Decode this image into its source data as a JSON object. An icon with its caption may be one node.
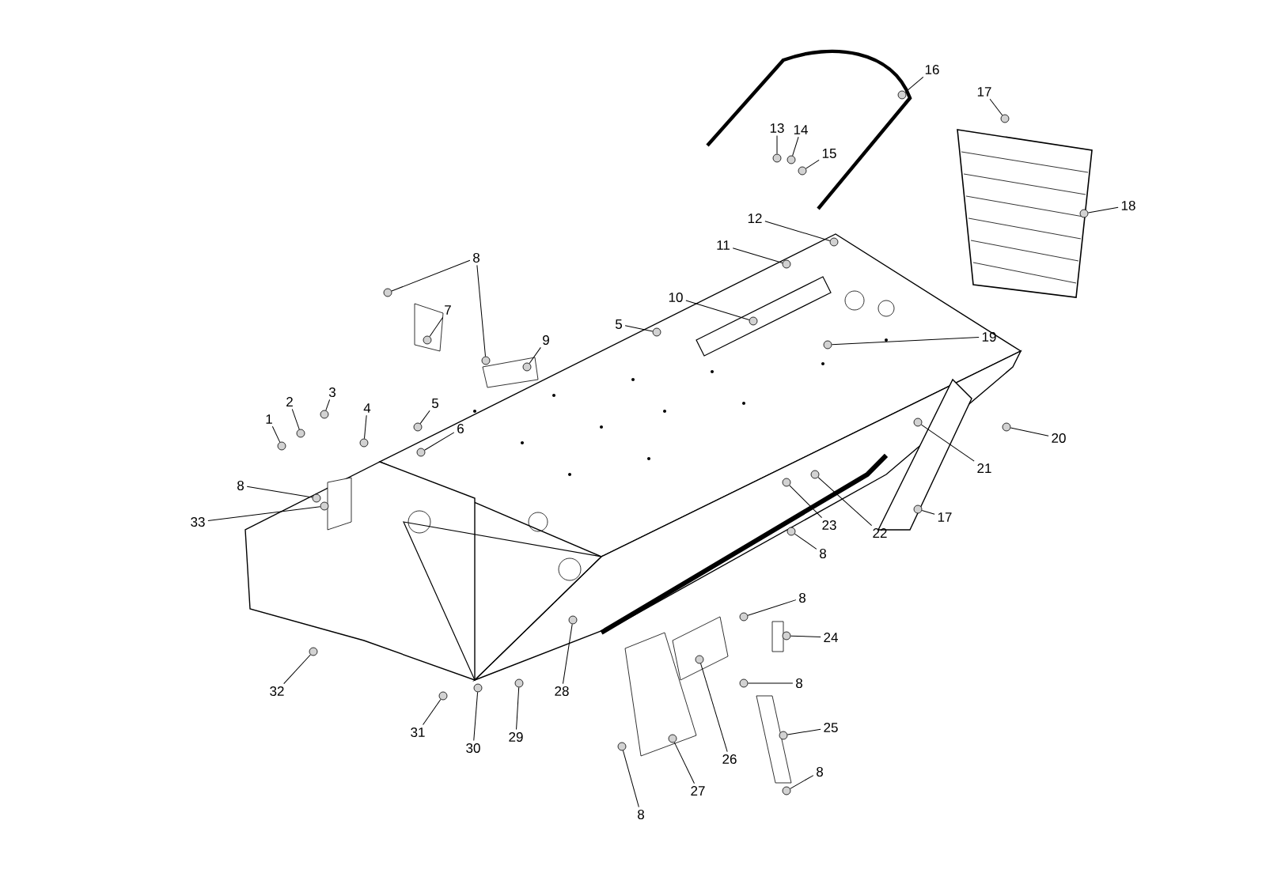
{
  "diagram": {
    "nodes": [
      {
        "text": [
          "1"
        ]
      },
      {
        "text": [
          "2"
        ]
      },
      {
        "text": [
          "3"
        ]
      },
      {
        "text": [
          "4"
        ]
      },
      {
        "text": [
          "5"
        ]
      },
      {
        "text": [
          "6"
        ]
      },
      {
        "text": [
          "8"
        ]
      },
      {
        "text": [
          "7"
        ]
      },
      {
        "text": [
          "9"
        ]
      },
      {
        "text": [
          "5"
        ]
      },
      {
        "text": [
          "10"
        ]
      },
      {
        "text": [
          "11"
        ]
      },
      {
        "text": [
          "12"
        ]
      },
      {
        "text": [
          "13"
        ]
      },
      {
        "text": [
          "14"
        ]
      },
      {
        "text": [
          "15"
        ]
      },
      {
        "text": [
          "16"
        ]
      },
      {
        "text": [
          "17"
        ]
      },
      {
        "text": [
          "18"
        ]
      },
      {
        "text": [
          "19"
        ]
      },
      {
        "text": [
          "20"
        ]
      },
      {
        "text": [
          "21"
        ]
      },
      {
        "text": [
          "17"
        ]
      },
      {
        "text": [
          "22"
        ]
      },
      {
        "text": [
          "23"
        ]
      },
      {
        "text": [
          "8"
        ]
      },
      {
        "text": [
          "8"
        ]
      },
      {
        "text": [
          "33"
        ]
      },
      {
        "text": [
          "8"
        ]
      },
      {
        "text": [
          "24"
        ]
      },
      {
        "text": [
          "8"
        ]
      },
      {
        "text": [
          "25"
        ]
      },
      {
        "text": [
          "8"
        ]
      },
      {
        "text": [
          "26"
        ]
      },
      {
        "text": [
          "27"
        ]
      },
      {
        "text": [
          "8"
        ]
      },
      {
        "text": [
          "28"
        ]
      },
      {
        "text": [
          "29"
        ]
      },
      {
        "text": [
          "30"
        ]
      },
      {
        "text": [
          "31"
        ]
      },
      {
        "text": [
          "32"
        ]
      },
      {
        "text": [],
        "shape": "circle"
      },
      {
        "text": [],
        "shape": "circle"
      },
      {
        "text": [],
        "shape": "circle"
      },
      {
        "text": [],
        "shape": "circle"
      },
      {
        "text": [],
        "shape": "circle"
      },
      {
        "text": [],
        "shape": "circle"
      },
      {
        "text": [],
        "shape": "circle"
      },
      {
        "text": [],
        "shape": "circle"
      },
      {
        "text": [],
        "shape": "circle"
      },
      {
        "text": [],
        "shape": "circle"
      },
      {
        "text": [],
        "shape": "circle"
      },
      {
        "text": [],
        "shape": "circle"
      },
      {
        "text": [],
        "shape": "circle"
      },
      {
        "text": [],
        "shape": "circle"
      },
      {
        "text": [],
        "shape": "circle"
      },
      {
        "text": [],
        "shape": "circle"
      },
      {
        "text": [],
        "shape": "circle"
      },
      {
        "text": [],
        "shape": "circle"
      },
      {
        "text": [],
        "shape": "circle"
      },
      {
        "text": [],
        "shape": "circle"
      },
      {
        "text": [],
        "shape": "circle"
      },
      {
        "text": [],
        "shape": "circle"
      },
      {
        "text": [],
        "shape": "circle"
      },
      {
        "text": [],
        "shape": "circle"
      },
      {
        "text": [],
        "shape": "circle"
      },
      {
        "text": [],
        "shape": "circle"
      },
      {
        "text": [],
        "shape": "circle"
      },
      {
        "text": [],
        "shape": "circle"
      },
      {
        "text": [],
        "shape": "circle"
      },
      {
        "text": [],
        "shape": "circle"
      },
      {
        "text": [],
        "shape": "circle"
      },
      {
        "text": [],
        "shape": "circle"
      },
      {
        "text": [],
        "shape": "circle"
      },
      {
        "text": [],
        "shape": "circle"
      },
      {
        "text": [],
        "shape": "circle"
      },
      {
        "text": [],
        "shape": "circle"
      },
      {
        "text": [],
        "shape": "circle"
      },
      {
        "text": [],
        "shape": "circle"
      },
      {
        "text": [],
        "shape": "circle"
      },
      {
        "text": [],
        "shape": "circle"
      },
      {
        "text": [],
        "shape": "circle"
      },
      {
        "text": [],
        "shape": "circle"
      }
    ],
    "edges": [
      {
        "from": 0,
        "to": 41,
        "arrow": "none"
      },
      {
        "from": 1,
        "to": 42,
        "arrow": "none"
      },
      {
        "from": 2,
        "to": 43,
        "arrow": "none"
      },
      {
        "from": 3,
        "to": 44,
        "arrow": "none"
      },
      {
        "from": 4,
        "to": 45,
        "arrow": "none"
      },
      {
        "from": 5,
        "to": 46,
        "arrow": "none"
      },
      {
        "from": 6,
        "to": 47,
        "arrow": "none"
      },
      {
        "from": 6,
        "to": 48,
        "arrow": "none"
      },
      {
        "from": 7,
        "to": 49,
        "arrow": "none"
      },
      {
        "from": 8,
        "to": 50,
        "arrow": "none"
      },
      {
        "from": 9,
        "to": 51,
        "arrow": "none"
      },
      {
        "from": 10,
        "to": 52,
        "arrow": "none"
      },
      {
        "from": 11,
        "to": 53,
        "arrow": "none"
      },
      {
        "from": 12,
        "to": 54,
        "arrow": "none"
      },
      {
        "from": 13,
        "to": 55,
        "arrow": "none"
      },
      {
        "from": 14,
        "to": 56,
        "arrow": "none"
      },
      {
        "from": 15,
        "to": 57,
        "arrow": "none"
      },
      {
        "from": 16,
        "to": 58,
        "arrow": "none"
      },
      {
        "from": 17,
        "to": 59,
        "arrow": "none"
      },
      {
        "from": 18,
        "to": 60,
        "arrow": "none"
      },
      {
        "from": 19,
        "to": 61,
        "arrow": "none"
      },
      {
        "from": 20,
        "to": 62,
        "arrow": "none"
      },
      {
        "from": 21,
        "to": 63,
        "arrow": "none"
      },
      {
        "from": 22,
        "to": 64,
        "arrow": "none"
      },
      {
        "from": 23,
        "to": 65,
        "arrow": "none"
      },
      {
        "from": 24,
        "to": 66,
        "arrow": "none"
      },
      {
        "from": 25,
        "to": 67,
        "arrow": "none"
      },
      {
        "from": 26,
        "to": 68,
        "arrow": "none"
      },
      {
        "from": 27,
        "to": 69,
        "arrow": "none"
      },
      {
        "from": 28,
        "to": 70,
        "arrow": "none"
      },
      {
        "from": 29,
        "to": 71,
        "arrow": "none"
      },
      {
        "from": 30,
        "to": 72,
        "arrow": "none"
      },
      {
        "from": 31,
        "to": 73,
        "arrow": "none"
      },
      {
        "from": 32,
        "to": 74,
        "arrow": "none"
      },
      {
        "from": 33,
        "to": 75,
        "arrow": "none"
      },
      {
        "from": 34,
        "to": 76,
        "arrow": "none"
      },
      {
        "from": 35,
        "to": 77,
        "arrow": "none"
      },
      {
        "from": 36,
        "to": 78,
        "arrow": "none"
      },
      {
        "from": 37,
        "to": 79,
        "arrow": "none"
      },
      {
        "from": 38,
        "to": 80,
        "arrow": "none"
      },
      {
        "from": 39,
        "to": 81,
        "arrow": "none"
      },
      {
        "from": 40,
        "to": 82,
        "arrow": "none"
      }
    ]
  }
}
